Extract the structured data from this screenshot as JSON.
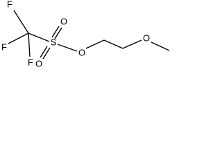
{
  "atoms": {
    "f_top": "F",
    "f_left": "F",
    "f_bottom": "F",
    "sulfur": "S",
    "o_sulfonyl_top": "O",
    "o_sulfonyl_bottom": "O",
    "o_ester": "O",
    "o_ether": "O"
  }
}
